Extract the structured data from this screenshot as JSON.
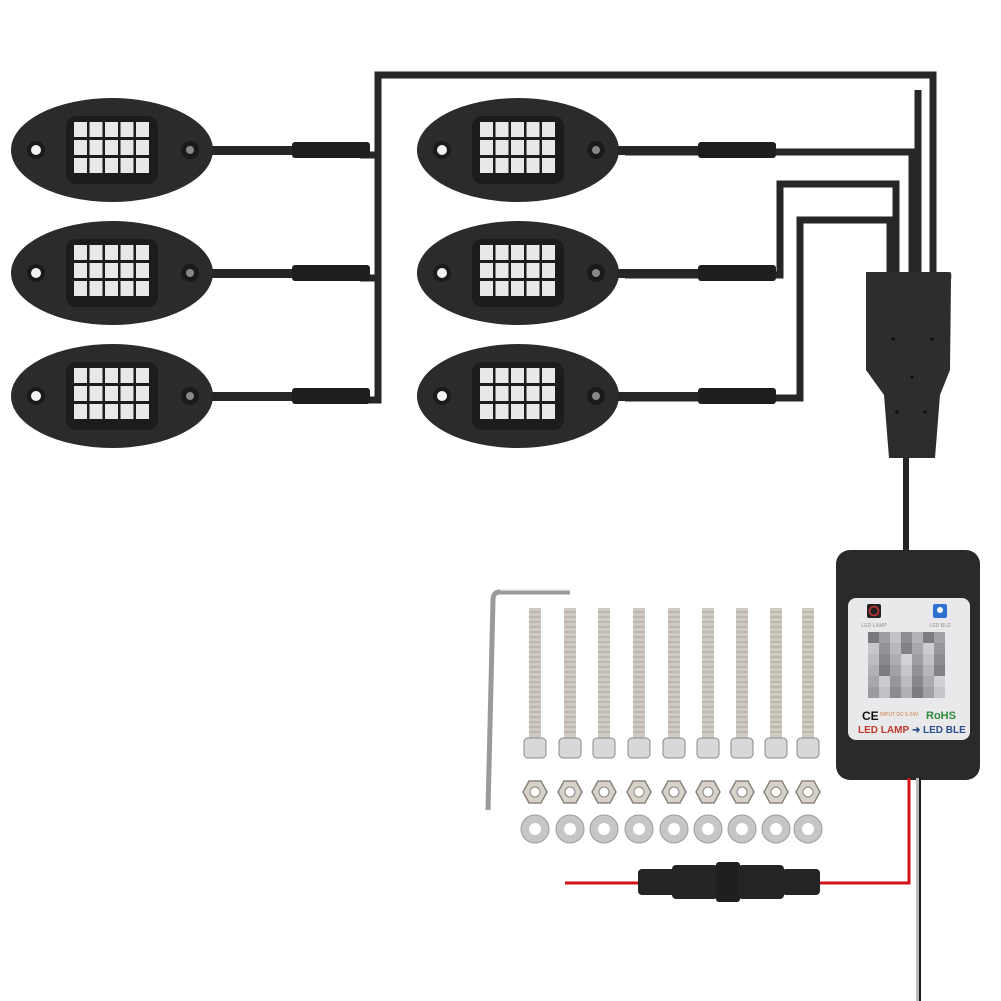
{
  "product": {
    "description": "LED rock light kit with bluetooth controller",
    "light_count": 6,
    "led_grid": {
      "columns": 5,
      "rows": 3
    },
    "hardware": {
      "bolts": 9,
      "nuts": 9,
      "washers": 9,
      "allen_key": 1
    }
  },
  "controller_label": {
    "app_icon_left": "led-lamp-app-icon",
    "app_icon_right": "led-ble-app-icon",
    "app_caption_left": "LED LAMP",
    "app_caption_right": "LED BLE",
    "ce_mark": "CE",
    "input_spec": "INPUT DC 5-24V",
    "rohs_mark": "RoHS",
    "app_names_left": "LED LAMP",
    "arrow": "➜",
    "app_names_right": "LED BLE"
  },
  "colors": {
    "housing": "#2b2b2b",
    "cable": "#262626",
    "led": "#e8e8ea",
    "label_bg": "#e9e9ec",
    "rohs_green": "#2e8b3a",
    "led_lamp_red": "#c0392b",
    "led_ble_blue": "#2c4e8c",
    "power_red": "#d0141b",
    "metal": "#c9c9c9"
  }
}
